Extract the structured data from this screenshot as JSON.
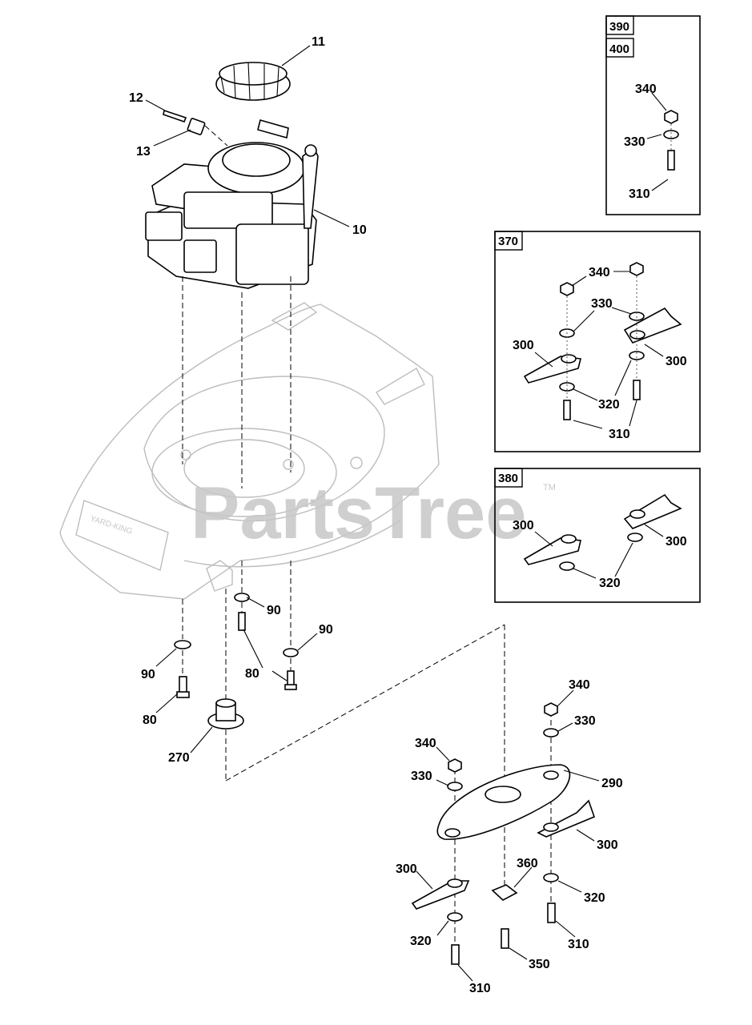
{
  "watermark": {
    "text": "PartsTree",
    "tm": "TM"
  },
  "callouts": {
    "c11": "11",
    "c12": "12",
    "c13": "13",
    "c10": "10",
    "c90a": "90",
    "c90b": "90",
    "c90c": "90",
    "c80a": "80",
    "c80b": "80",
    "c270": "270",
    "c340a": "340",
    "c330a": "330",
    "c340b": "340",
    "c330b": "330",
    "c290": "290",
    "c300a": "300",
    "c300b": "300",
    "c360": "360",
    "c320a": "320",
    "c320b": "320",
    "c310a": "310",
    "c310b": "310",
    "c350": "350"
  },
  "inset_390_400": {
    "labels": [
      "390",
      "400"
    ],
    "callouts": {
      "c340": "340",
      "c330": "330",
      "c310": "310"
    }
  },
  "inset_370": {
    "label": "370",
    "callouts": {
      "c340": "340",
      "c330": "330",
      "c300a": "300",
      "c300b": "300",
      "c320": "320",
      "c310": "310"
    }
  },
  "inset_380": {
    "label": "380",
    "callouts": {
      "c300a": "300",
      "c300b": "300",
      "c320": "320"
    }
  }
}
